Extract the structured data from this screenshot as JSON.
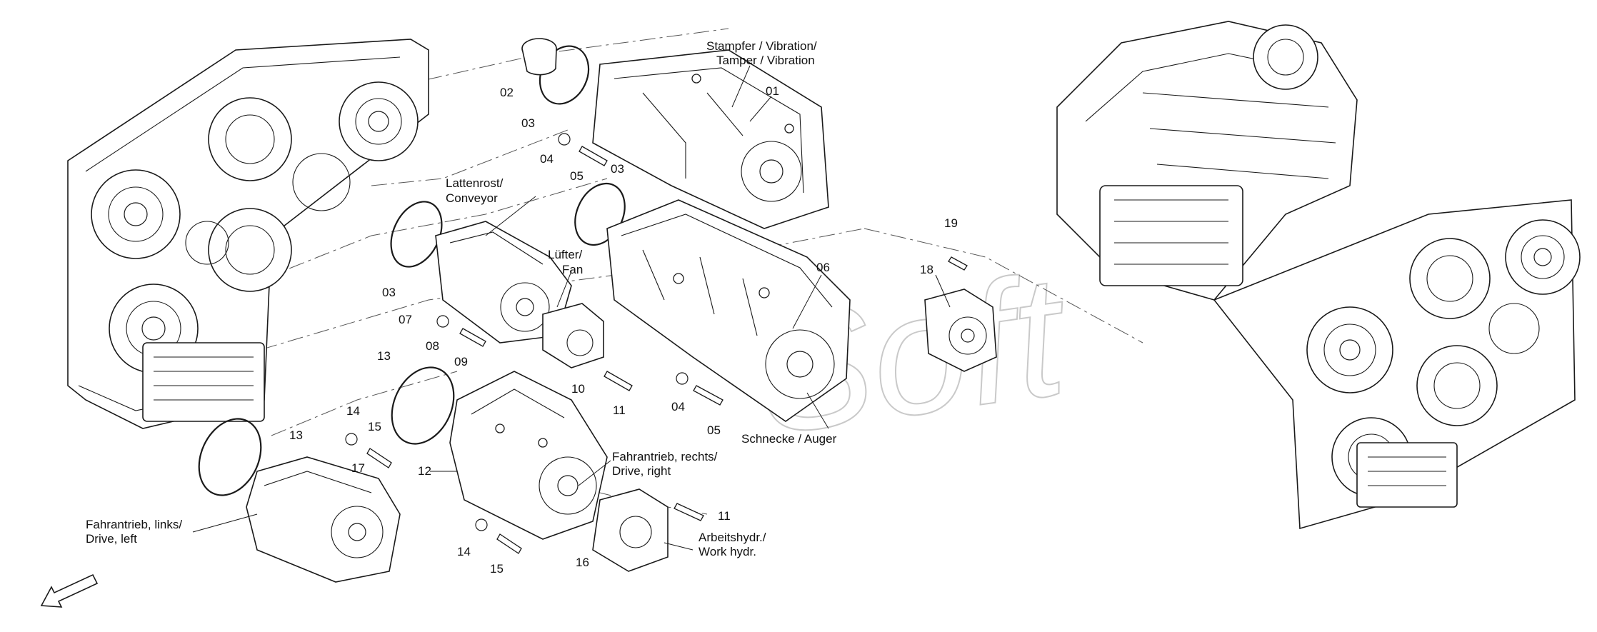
{
  "watermark": "Soft",
  "part_numbers": {
    "p01": "01",
    "p02": "02",
    "p03a": "03",
    "p03b": "03",
    "p03c": "03",
    "p04a": "04",
    "p04b": "04",
    "p05a": "05",
    "p05b": "05",
    "p06": "06",
    "p07": "07",
    "p08": "08",
    "p09": "09",
    "p10": "10",
    "p11a": "11",
    "p11b": "11",
    "p12": "12",
    "p13a": "13",
    "p13b": "13",
    "p14a": "14",
    "p14b": "14",
    "p15a": "15",
    "p15b": "15",
    "p16": "16",
    "p17": "17",
    "p18": "18",
    "p19": "19"
  },
  "labels": {
    "tamper_line1": "Stampfer / Vibration/",
    "tamper_line2": "Tamper / Vibration",
    "conveyor_line1": "Lattenrost/",
    "conveyor_line2": "Conveyor",
    "fan_line1": "Lüfter/",
    "fan_line2": "Fan",
    "auger": "Schnecke / Auger",
    "drive_right_line1": "Fahrantrieb, rechts/",
    "drive_right_line2": "Drive, right",
    "drive_left_line1": "Fahrantrieb, links/",
    "drive_left_line2": "Drive, left",
    "work_hydr_line1": "Arbeitshydr./",
    "work_hydr_line2": "Work hydr."
  }
}
